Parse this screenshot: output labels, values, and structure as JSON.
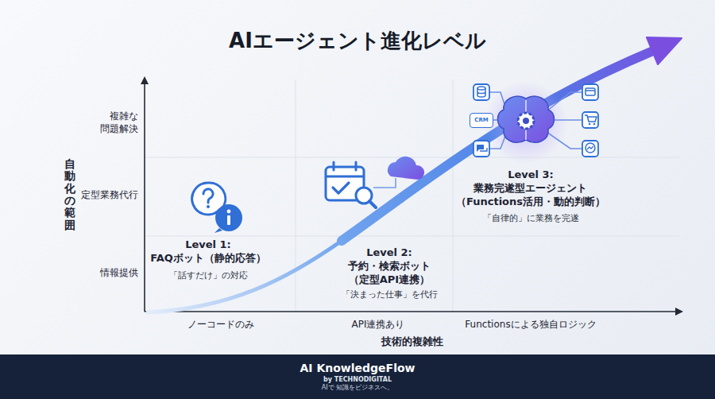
{
  "diagram": {
    "title": "AIエージェント進化レベル",
    "nodes": [
      {
        "text": [
          "CRM"
        ]
      },
      {
        "text": [
          "AI KnowledgeFlow",
          "by TECHNODIGITAL",
          "AIで 知識をビジネスへ。"
        ]
      }
    ],
    "labels": [
      "自動化の範囲",
      "複雑な 問題解決",
      "定型業務代行",
      "情報提供",
      "ノーコードのみ",
      "API連携あり",
      "Functionsによる独自ロジック",
      "技術的複雑性",
      "Level 1: FAQボット（静的応答）",
      "「話すだけ」の対応",
      "Level 2: 予約・検索ボット （定型API連携）",
      "「決まった仕事」を代行",
      "Level 3: 業務完遂型エージェント （Functions活用・動的判断）",
      "「自律的」に業務を完遂"
    ]
  }
}
